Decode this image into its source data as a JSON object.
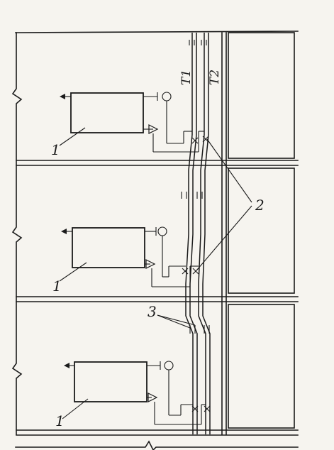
{
  "labels": {
    "radiator": "1",
    "valve": "2",
    "fitting": "3",
    "pipe_t1": "T1",
    "pipe_t2": "T2"
  },
  "floors": [
    {
      "id": "upper"
    },
    {
      "id": "middle"
    },
    {
      "id": "lower"
    }
  ]
}
